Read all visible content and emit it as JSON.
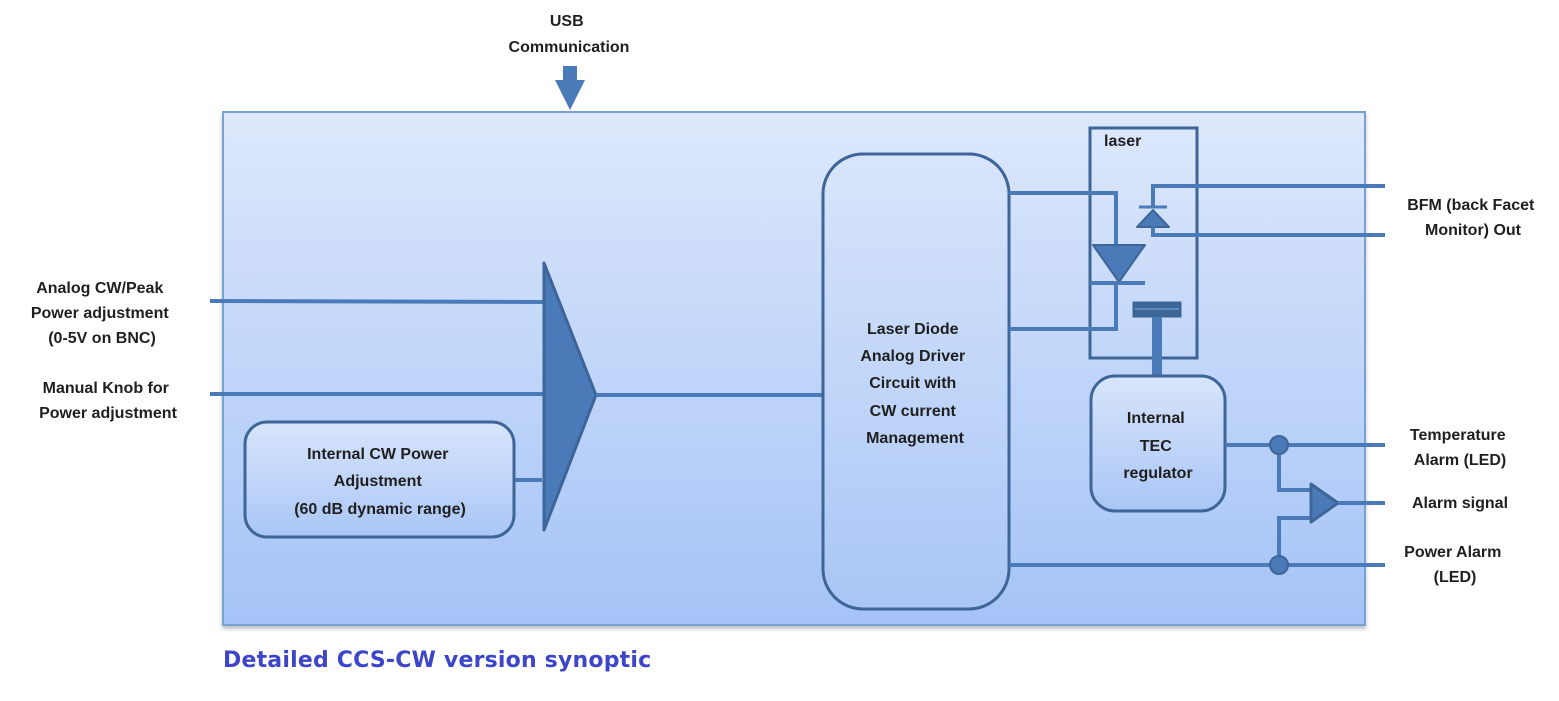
{
  "colors": {
    "line": "#4a7ab8",
    "line_dark": "#3d6597",
    "fill_dark": "#4a7ab8",
    "panel_top": "#dde8fb",
    "panel_bottom": "#a5c3f7",
    "caption": "#3d45c8"
  },
  "inputs": {
    "usb": [
      "USB",
      "Communication"
    ],
    "analog": [
      "Analog CW/Peak",
      "Power adjustment",
      "(0-5V on BNC)"
    ],
    "knob": [
      "Manual Knob for",
      "Power adjustment"
    ]
  },
  "blocks": {
    "internal_cw": [
      "Internal CW Power",
      "Adjustment",
      "(60 dB dynamic range)"
    ],
    "driver": [
      "Laser Diode",
      "Analog Driver",
      "Circuit with",
      "CW current",
      "Management"
    ],
    "laser": "laser",
    "tec": [
      "Internal",
      "TEC",
      "regulator"
    ]
  },
  "outputs": {
    "bfm": [
      "BFM (back Facet",
      "Monitor) Out"
    ],
    "temp_alarm": [
      "Temperature",
      "Alarm (LED)"
    ],
    "alarm_signal": [
      "Alarm signal"
    ],
    "power_alarm": [
      "Power Alarm",
      "(LED)"
    ]
  },
  "caption": "Detailed CCS-CW version synoptic"
}
